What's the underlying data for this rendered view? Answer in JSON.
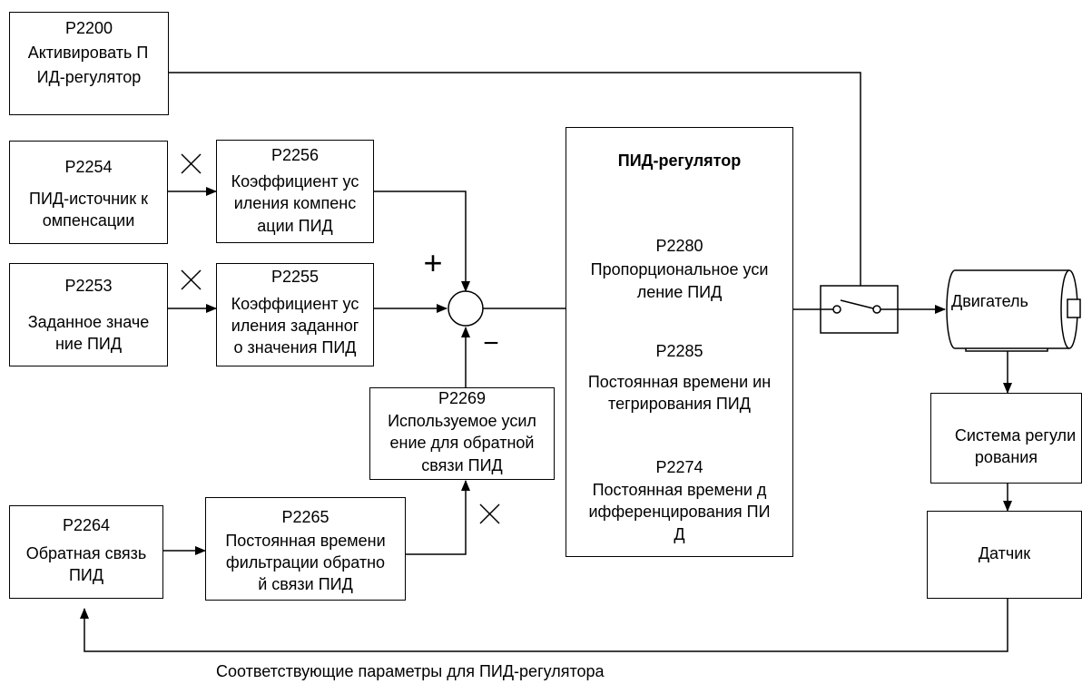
{
  "p2200": {
    "code": "P2200",
    "l1": "Активировать П",
    "l2": "ИД-регулятор"
  },
  "p2254": {
    "code": "P2254",
    "l1": "ПИД-источник к",
    "l2": "омпенсации"
  },
  "p2253": {
    "code": "P2253",
    "l1": "Заданное значе",
    "l2": "ние ПИД"
  },
  "p2264": {
    "code": "P2264",
    "l1": "Обратная связь",
    "l2": "ПИД"
  },
  "p2256": {
    "code": "P2256",
    "l1": "Коэффициент ус",
    "l2": "иления компенс",
    "l3": "ации ПИД"
  },
  "p2255": {
    "code": "P2255",
    "l1": "Коэффициент ус",
    "l2": "иления заданног",
    "l3": "о значения ПИД"
  },
  "p2269": {
    "code": "P2269",
    "l1": "Используемое усил",
    "l2": "ение для обратной",
    "l3": "связи ПИД"
  },
  "p2265": {
    "code": "P2265",
    "l1": "Постоянная времени",
    "l2": "фильтрации обратно",
    "l3": "й связи ПИД"
  },
  "pid": {
    "title": "ПИД-регулятор",
    "p2280": {
      "code": "P2280",
      "l1": "Пропорциональное уси",
      "l2": "ление ПИД"
    },
    "p2285": {
      "code": "P2285",
      "l1": "Постоянная времени ин",
      "l2": "тегрирования ПИД"
    },
    "p2274": {
      "code": "P2274",
      "l1": "Постоянная времени д",
      "l2": "ифференцирования ПИ",
      "l3": "Д"
    }
  },
  "motor": {
    "label": "Двигатель"
  },
  "control_system": {
    "l1": "Система регули",
    "l2": "рования"
  },
  "sensor": {
    "label": "Датчик"
  },
  "signs": {
    "plus": "+",
    "minus": "−"
  },
  "caption": "Соответствующие параметры для ПИД-регулятора"
}
